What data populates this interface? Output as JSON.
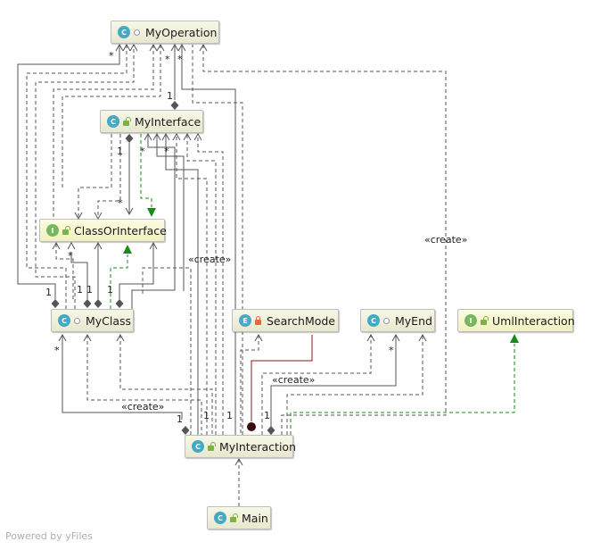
{
  "diagram": {
    "nodes": {
      "my_operation": {
        "name": "MyOperation",
        "kind": "C",
        "modifier": "package"
      },
      "my_interface": {
        "name": "MyInterface",
        "kind": "C",
        "modifier": "public"
      },
      "class_or_interface": {
        "name": "ClassOrInterface",
        "kind": "I",
        "modifier": "public"
      },
      "my_class": {
        "name": "MyClass",
        "kind": "C",
        "modifier": "package"
      },
      "search_mode": {
        "name": "SearchMode",
        "kind": "E",
        "modifier": "private"
      },
      "my_end": {
        "name": "MyEnd",
        "kind": "C",
        "modifier": "package"
      },
      "uml_interaction": {
        "name": "UmlInteraction",
        "kind": "I",
        "modifier": "public"
      },
      "my_interaction": {
        "name": "MyInteraction",
        "kind": "C",
        "modifier": "public"
      },
      "main": {
        "name": "Main",
        "kind": "C",
        "modifier": "public"
      }
    },
    "labels": {
      "create": "«create»",
      "one": "1",
      "many": "*"
    },
    "watermark": "Powered by yFiles"
  },
  "colors": {
    "edge": "#555555",
    "realization": "#1a8a1a",
    "enum_link": "#8b1a1a"
  }
}
